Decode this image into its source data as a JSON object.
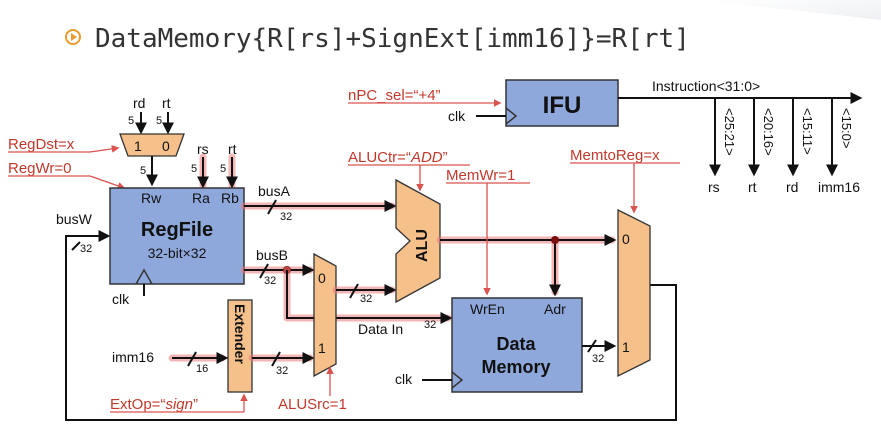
{
  "title": "DataMemory{R[rs]+SignExt[imm16]}=R[rt]",
  "colors": {
    "regfile_fill": "#8fa8dc",
    "unit_fill": "#f5c08a",
    "control_text": "#c0392b",
    "highlight": "#e87a7a",
    "bullet": "#e89b2e"
  },
  "ifu": {
    "label": "IFU",
    "clk": "clk"
  },
  "instruction": {
    "label": "Instruction<31:0>",
    "fields": [
      {
        "bits": "<25:21>",
        "name": "rs"
      },
      {
        "bits": "<20:16>",
        "name": "rt"
      },
      {
        "bits": "<15:11>",
        "name": "rd"
      },
      {
        "bits": "<15:0>",
        "name": "imm16"
      }
    ]
  },
  "regfile": {
    "label": "RegFile",
    "sublabel": "32-bit×32",
    "ports": {
      "rw": "Rw",
      "ra": "Ra",
      "rb": "Rb"
    },
    "clk": "clk",
    "inputs": {
      "rs": "rs",
      "rt": "rt"
    }
  },
  "regdst_mux": {
    "in0": "1",
    "in1": "0",
    "rd": "rd",
    "rt": "rt"
  },
  "buses": {
    "busA": "busA",
    "busB": "busB",
    "busW": "busW"
  },
  "widths": {
    "w5": "5",
    "w32": "32",
    "w16": "16"
  },
  "extender": {
    "label": "Extender",
    "input": "imm16"
  },
  "alusrc_mux": {
    "in0": "0",
    "in1": "1"
  },
  "alu": {
    "label": "ALU"
  },
  "datamem": {
    "line1": "Data",
    "line2": "Memory",
    "wren": "WrEn",
    "adr": "Adr",
    "datain": "Data In",
    "clk": "clk"
  },
  "memtoreg_mux": {
    "in0": "0",
    "in1": "1"
  },
  "controls": {
    "npc_sel": "nPC_sel=“+4”",
    "regdst": "RegDst=x",
    "regwr": "RegWr=0",
    "aluctr_prefix": "ALUCtr=“",
    "aluctr_value": "ADD",
    "aluctr_suffix": "”",
    "memwr": "MemWr=1",
    "memtoreg": "MemtoReg=x",
    "extop_prefix": "ExtOp=“",
    "extop_value": "sign",
    "extop_suffix": "”",
    "alusrc": "ALUSrc=1"
  }
}
